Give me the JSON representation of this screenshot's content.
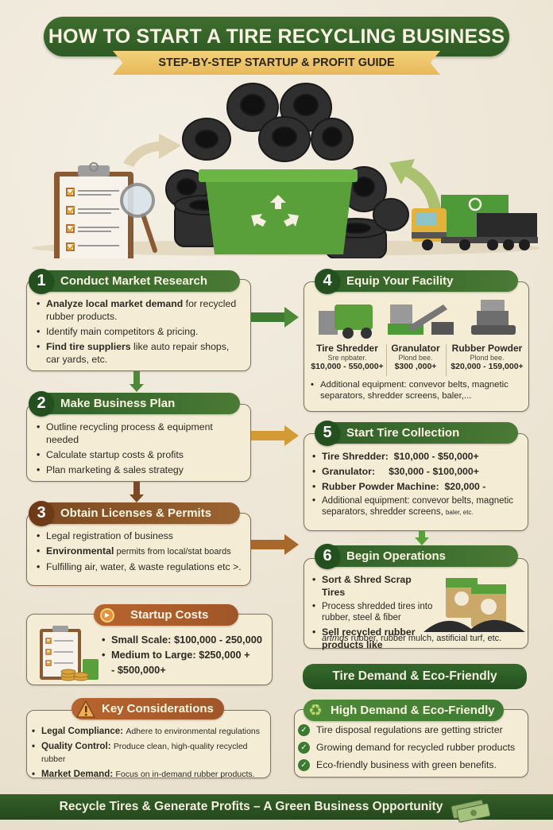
{
  "header": {
    "title": "HOW TO START A TIRE RECYCLING BUSINESS",
    "subtitle": "STEP-BY-STEP STARTUP & PROFIT GUIDE"
  },
  "hero": {
    "elements": [
      "clipboard-checklist",
      "magnifying-glass",
      "tire-pile",
      "green-recycling-bin",
      "recycling-truck",
      "recycle-arrows"
    ]
  },
  "steps": [
    {
      "number": "1",
      "title": "Conduct Market Research",
      "bullets": [
        {
          "bold": "Analyze local market demand",
          "text": " for recycled rubber products."
        },
        {
          "bold": "",
          "text": "Identify main competitors & pricing."
        },
        {
          "bold": "Find tire suppliers",
          "text": " like auto repair shops, car yards, etc."
        }
      ]
    },
    {
      "number": "2",
      "title": "Make Business Plan",
      "bullets": [
        {
          "bold": "",
          "text": "Outline recycling process & equipment needed"
        },
        {
          "bold": "",
          "text": "Calculate startup costs & profits"
        },
        {
          "bold": "",
          "text": "Plan marketing & sales strategy"
        }
      ]
    },
    {
      "number": "3",
      "title": "Obtain Licenses & Permits",
      "bullets": [
        {
          "bold": "",
          "text": "Legal registration of business"
        },
        {
          "bold": "Environmental",
          "text": " permits from local/stat boards"
        },
        {
          "bold": "",
          "text": "Fulfilling air, water, & waste regulations etc >."
        }
      ]
    },
    {
      "number": "4",
      "title": "Equip Your Facility",
      "equipment": [
        {
          "name": "Tire Shredder",
          "sub": "Sre npbater.",
          "price": "$10,000 - 550,000+"
        },
        {
          "name": "Granulator",
          "sub": "Plond bee.",
          "price": "$300 ,000+"
        },
        {
          "name": "Rubber Powder",
          "sub": "Plond bee.",
          "price": "$20,000 - 159,000+"
        }
      ],
      "note": "Additional equipment: convevor belts, magnetic separators, shredder screens, baler,..."
    },
    {
      "number": "5",
      "title": "Start Tire Collection",
      "bullets": [
        {
          "label": "Tire Shredder:",
          "value": "$10,000 - $50,000+"
        },
        {
          "label": "Granulator:",
          "value": "$30,000 - $100,000+"
        },
        {
          "label": "Rubber Powder Machine:",
          "value": "$20,000 -"
        }
      ],
      "note": "Additional equipment: convevor belts, magnetic separators, shredder screens,",
      "note_small": "baler, etc."
    },
    {
      "number": "6",
      "title": "Begin Operations",
      "bullets": [
        {
          "bold": "Sort & Shred Scrap Tires",
          "text": ""
        },
        {
          "bold": "",
          "text": "Process shredded tires into rubber, steel & fiber"
        },
        {
          "bold": "Sell recycled rubber products like",
          "text": ""
        }
      ],
      "tail": {
        "italic": "artmds",
        "text": " rubber, rubber mulch, astificial turf, etc."
      }
    }
  ],
  "startup_costs": {
    "title": "Startup Costs",
    "items": [
      "Small Scale: $100,000 - 250,000",
      "Medium to Large: $250,000 +",
      "- $500,000+"
    ]
  },
  "key_considerations": {
    "title": "Key Considerations",
    "items": [
      {
        "label": "Legal Compliance:",
        "text": "Adhere to environmental regulations"
      },
      {
        "label": "Quality Control:",
        "text": "Produce clean, high-quality recycled rubber"
      },
      {
        "label": "Market Demand:",
        "text": "Focus on in-demand rubber products."
      }
    ]
  },
  "demand_banner": "Tire Demand & Eco-Friendly",
  "high_demand": {
    "title": "High Demand & Eco-Friendly",
    "items": [
      "Tire disposal regulations are getting stricter",
      "Growing demand for recycled rubber products",
      "Eco-friendly business with green benefits."
    ]
  },
  "footer": "Recycle Tires & Generate Profits – A Green Business Opportunity",
  "colors": {
    "background": "#efe8da",
    "primary_green": "#2e5a24",
    "accent_gold": "#e7b85a",
    "brown": "#7c4a22",
    "orange": "#b8652e",
    "card": "#f5ecd6"
  }
}
